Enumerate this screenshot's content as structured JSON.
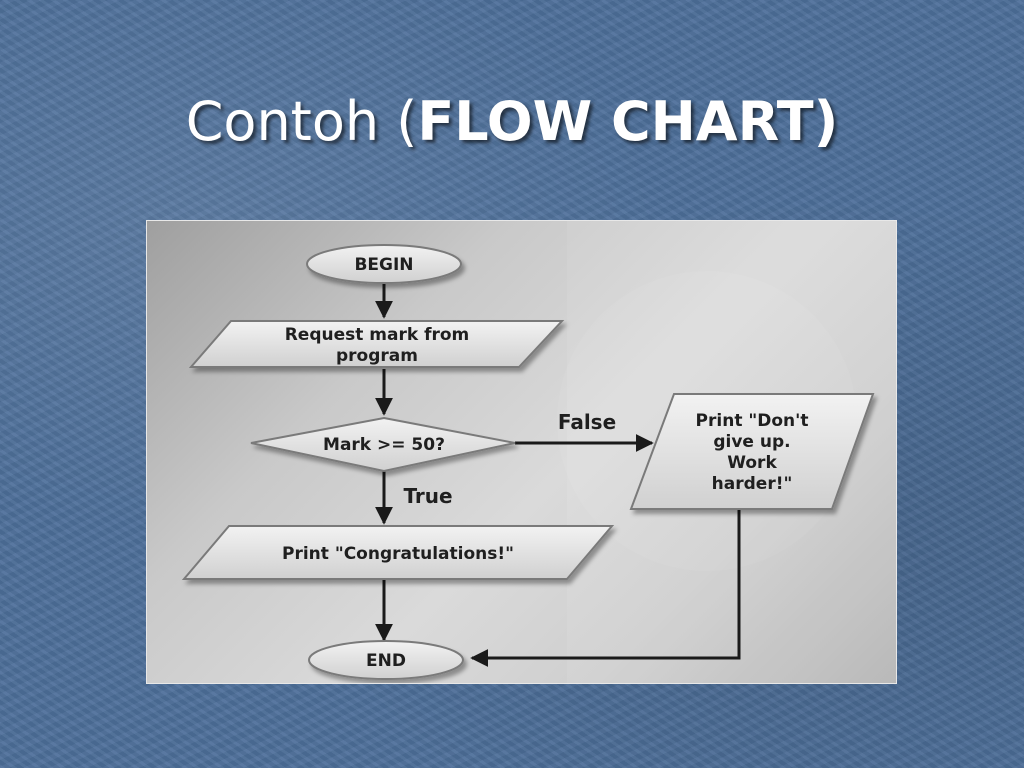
{
  "slide": {
    "title_plain": "Contoh (",
    "title_bold": "FLOW CHART)"
  },
  "flowchart": {
    "nodes": {
      "begin": "BEGIN",
      "request_line1": "Request mark from",
      "request_line2": "program",
      "decision": "Mark >= 50?",
      "print_fail_line1": "Print \"Don't",
      "print_fail_line2": "give up.",
      "print_fail_line3": "Work",
      "print_fail_line4": "harder!\"",
      "print_pass": "Print \"Congratulations!\"",
      "end": "END"
    },
    "edges": {
      "false_label": "False",
      "true_label": "True"
    }
  }
}
